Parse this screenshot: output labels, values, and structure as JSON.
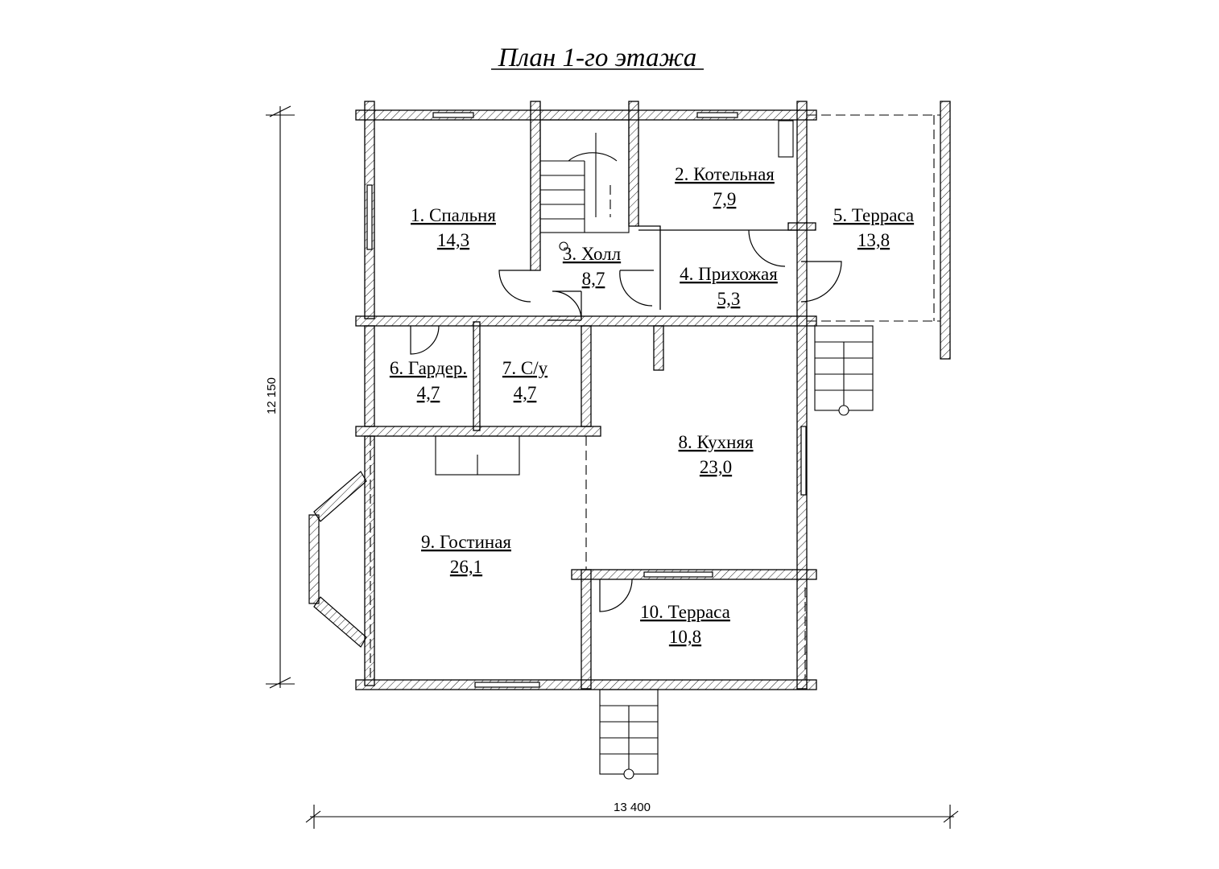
{
  "title": "План 1-го этажа",
  "rooms": [
    {
      "label": "1. Спальня",
      "area": "14,3"
    },
    {
      "label": "2. Котельная",
      "area": "7,9"
    },
    {
      "label": "3. Холл",
      "area": "8,7"
    },
    {
      "label": "4. Прихожая",
      "area": "5,3"
    },
    {
      "label": "5. Терраса",
      "area": "13,8"
    },
    {
      "label": "6. Гардер.",
      "area": "4,7"
    },
    {
      "label": "7. С/у",
      "area": "4,7"
    },
    {
      "label": "8. Кухняя",
      "area": "23,0"
    },
    {
      "label": "9. Гостиная",
      "area": "26,1"
    },
    {
      "label": "10. Терраса",
      "area": "10,8"
    }
  ],
  "dimensions": {
    "width": "13 400",
    "height": "12 150"
  }
}
